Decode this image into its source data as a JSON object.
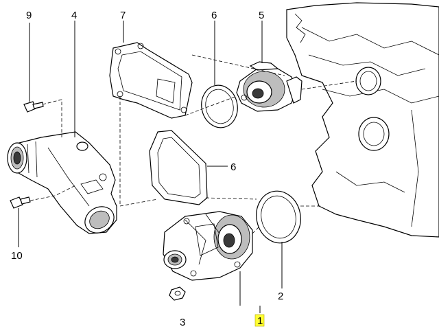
{
  "diagram": {
    "callouts": {
      "c1": "1",
      "c2": "2",
      "c3": "3",
      "c4": "4",
      "c5": "5",
      "c6a": "6",
      "c6b": "6",
      "c7": "7",
      "c9": "9",
      "c10": "10"
    },
    "highlight_color": "#ffff33"
  }
}
